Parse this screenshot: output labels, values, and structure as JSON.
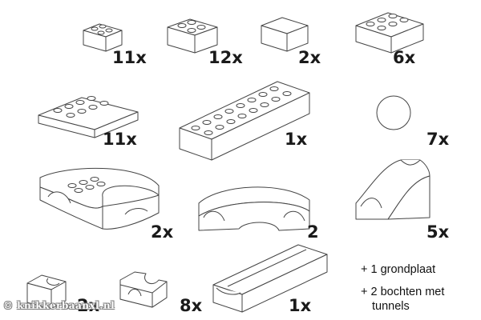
{
  "parts": [
    {
      "id": "brick-2x2-small",
      "icon": "small-2x2-brick-icon",
      "quantity": "11x"
    },
    {
      "id": "brick-2x2",
      "icon": "2x2-brick-icon",
      "quantity": "12x"
    },
    {
      "id": "smooth-block",
      "icon": "smooth-block-icon",
      "quantity": "2x"
    },
    {
      "id": "brick-2x3",
      "icon": "2x3-brick-icon",
      "quantity": "6x"
    },
    {
      "id": "brick-2x4",
      "icon": "2x4-brick-icon",
      "quantity": "11x"
    },
    {
      "id": "brick-2x8",
      "icon": "2x8-brick-icon",
      "quantity": "1x"
    },
    {
      "id": "marble",
      "icon": "marble-ball-icon",
      "quantity": "7x"
    },
    {
      "id": "curve-with-studs",
      "icon": "curve-with-studs-icon",
      "quantity": "2x"
    },
    {
      "id": "curve-track",
      "icon": "curve-track-icon",
      "quantity": "2"
    },
    {
      "id": "slope-track",
      "icon": "slope-track-icon",
      "quantity": "5x"
    },
    {
      "id": "end-block",
      "icon": "end-block-icon",
      "quantity": "2x"
    },
    {
      "id": "short-channel",
      "icon": "short-channel-icon",
      "quantity": "8x"
    },
    {
      "id": "long-channel",
      "icon": "long-channel-icon",
      "quantity": "1x"
    }
  ],
  "extras": [
    {
      "text": "+ 1 grondplaat"
    },
    {
      "text": "+ 2 bochten met"
    },
    {
      "text": "tunnels"
    }
  ],
  "copyright": "© knikkerbaanxl.nl"
}
